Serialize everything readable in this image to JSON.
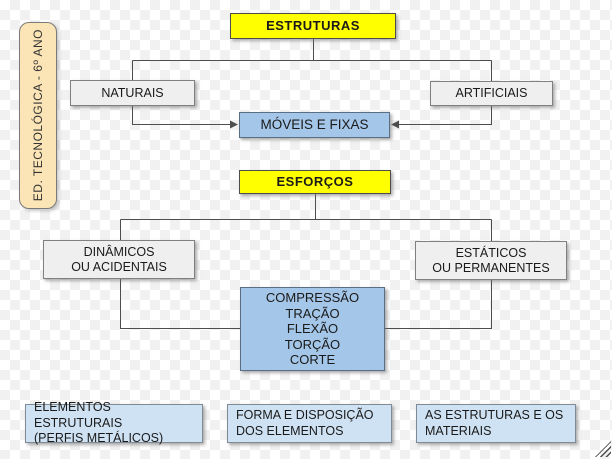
{
  "side_label": "ED. TECNOLÓGICA - 6º ANO",
  "nodes": {
    "estruturas": "ESTRUTURAS",
    "naturais": "NATURAIS",
    "artificiais": "ARTIFICIAIS",
    "moveis_e_fixas": "MÓVEIS E FIXAS",
    "esforcos": "ESFORÇOS",
    "dinamicos": {
      "line1": "DINÂMICOS",
      "line2": "OU ACIDENTAIS"
    },
    "estaticos": {
      "line1": "ESTÁTICOS",
      "line2": "OU PERMANENTES"
    },
    "tipos_esforcos": {
      "lines": [
        "COMPRESSÃO",
        "TRAÇÃO",
        "FLEXÃO",
        "TORÇÃO",
        "CORTE"
      ]
    },
    "rodape": [
      {
        "line1": "ELEMENTOS ESTRUTURAIS",
        "line2": "(PERFIS METÁLICOS)"
      },
      {
        "line1": "FORMA E DISPOSIÇÃO",
        "line2": "DOS ELEMENTOS"
      },
      {
        "line1": "AS ESTRUTURAS E OS",
        "line2": "MATERIAIS"
      }
    ]
  },
  "colors": {
    "yellow": "#ffff00",
    "blue": "#a4c6e8",
    "lightblue": "#cfe2f3",
    "gray": "#efefef",
    "cream": "#fbe5b6",
    "line": "#4d4d4d",
    "checker": "#f1f1f1"
  }
}
